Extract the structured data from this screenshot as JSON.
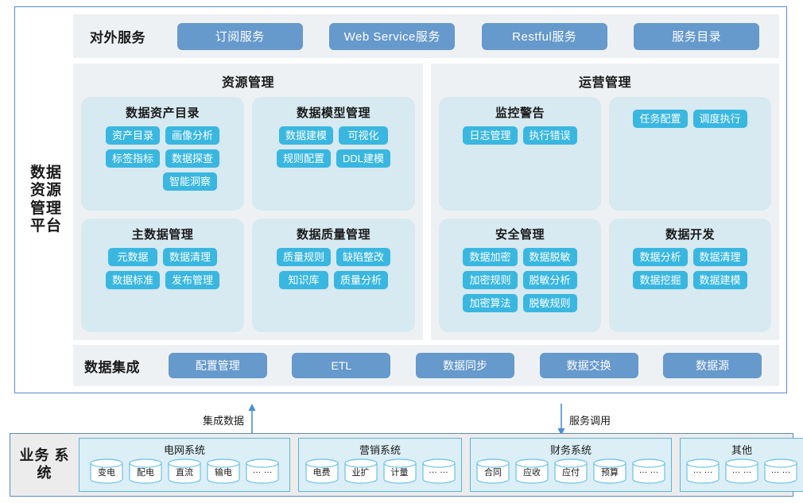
{
  "platform": {
    "label_lines": [
      "数据",
      "资源",
      "管理",
      "平台"
    ]
  },
  "external_services": {
    "title": "对外服务",
    "buttons": [
      "订阅服务",
      "Web Service服务",
      "Restful服务",
      "服务目录"
    ]
  },
  "panels": [
    {
      "title": "资源管理",
      "cards": [
        {
          "title": "数据资产目录",
          "rows": [
            [
              "资产目录",
              "画像分析"
            ],
            [
              "标签指标",
              "数据探查"
            ],
            [
              "",
              "智能洞察"
            ]
          ]
        },
        {
          "title": "数据模型管理",
          "rows": [
            [
              "数据建模",
              "可视化"
            ],
            [
              "规则配置",
              "DDL建模"
            ]
          ]
        },
        {
          "title": "主数据管理",
          "rows": [
            [
              "元数据",
              "数据清理"
            ],
            [
              "数据标准",
              "发布管理"
            ]
          ]
        },
        {
          "title": "数据质量管理",
          "rows": [
            [
              "质量规则",
              "缺陷整改"
            ],
            [
              "知识库",
              "质量分析"
            ]
          ]
        }
      ]
    },
    {
      "title": "运营管理",
      "cards": [
        {
          "title": "监控警告",
          "rows": [
            [
              "日志管理",
              "执行错误"
            ]
          ]
        },
        {
          "title": "",
          "rows": [
            [
              "任务配置",
              "调度执行"
            ]
          ]
        },
        {
          "title": "安全管理",
          "rows": [
            [
              "数据加密",
              "数据脱敏"
            ],
            [
              "加密规则",
              "脱敏分析"
            ],
            [
              "加密算法",
              "脱敏规则"
            ]
          ]
        },
        {
          "title": "数据开发",
          "rows": [
            [
              "数据分析",
              "数据清理"
            ],
            [
              "数据挖掘",
              "数据建模"
            ]
          ]
        }
      ]
    }
  ],
  "data_integration": {
    "title": "数据集成",
    "buttons": [
      "配置管理",
      "ETL",
      "数据同步",
      "数据交换",
      "数据源"
    ]
  },
  "connectors": [
    {
      "label": "集成数据",
      "direction": "up"
    },
    {
      "label": "服务调用",
      "direction": "down"
    }
  ],
  "business_systems": {
    "label_lines": [
      "业务",
      "系统"
    ],
    "groups": [
      {
        "title": "电网系统",
        "items": [
          "变电",
          "配电",
          "直流",
          "输电",
          "… …"
        ]
      },
      {
        "title": "营销系统",
        "items": [
          "电费",
          "业扩",
          "计量",
          "… …"
        ]
      },
      {
        "title": "财务系统",
        "items": [
          "合同",
          "应收",
          "应付",
          "预算",
          "… …"
        ]
      },
      {
        "title": "其他",
        "items": [
          "… …",
          "… …",
          "… …"
        ]
      }
    ]
  },
  "colors": {
    "frame_border": "#5b8ac6",
    "strip_bg": "#eef1f3",
    "service_button": "#6699cc",
    "tag": "#39b7e0",
    "card_bg": "#d7e9f1",
    "biz_bg": "#ececec",
    "biz_group_bg": "#dceef6",
    "biz_group_border": "#5ab6dd"
  }
}
